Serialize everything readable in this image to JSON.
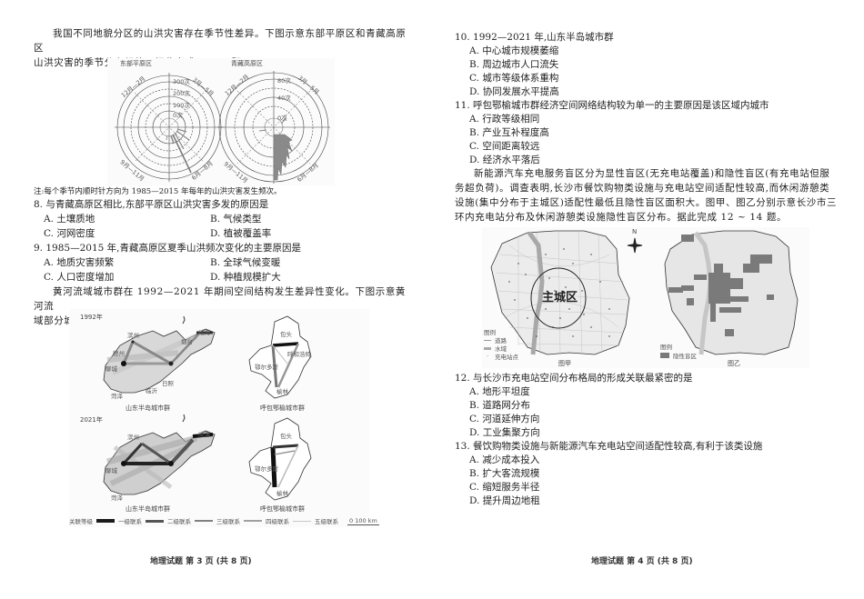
{
  "left_page": {
    "intro_8_9": {
      "line1": "我国不同地貌分区的山洪灾害存在季节性差异。下图示意东部平原区和青藏高原区",
      "line2": "山洪灾害的季节分布规律。据此完成 8 ~ 9 题。"
    },
    "polar_figure": {
      "left_title": "东部平原区",
      "right_title": "青藏高原区",
      "left_rings": [
        "0次",
        "100次",
        "200次",
        "300次"
      ],
      "right_rings": [
        "0次",
        "40次",
        "80次"
      ],
      "season_labels": [
        "12月—2月",
        "3月—5月",
        "6月—8月",
        "9月—11月"
      ],
      "center_labels": [
        "冬",
        "春",
        "秋",
        "夏"
      ]
    },
    "note": "注:每个季节内顺时针方向为 1985—2015 年每年的山洪灾害发生频次。",
    "q8": {
      "stem": "8. 与青藏高原区相比,东部平原区山洪灾害多发的原因是",
      "A": "A. 土壤质地",
      "B": "B. 气候类型",
      "C": "C. 河网密度",
      "D": "D. 植被覆盖率"
    },
    "q9": {
      "stem": "9. 1985—2015 年,青藏高原区夏季山洪频次变化的主要原因是",
      "A": "A. 地质灾害频繁",
      "B": "B. 全球气候变暖",
      "C": "C. 人口密度增加",
      "D": "D. 种植规模扩大"
    },
    "intro_10_11": {
      "line1": "黄河流域城市群在 1992—2021 年期间空间结构发生差异性变化。下图示意黄河流",
      "line2": "域部分城市群经济空间关联度。据此完成 10 ~ 11 题。"
    },
    "map_figure": {
      "year_1992": "1992年",
      "year_2021": "2021年",
      "shandong_caption": "山东半岛城市群",
      "hubaoeyu_caption": "呼包鄂榆城市群",
      "shandong_cities": [
        "滨州",
        "东营",
        "烟台",
        "威海",
        "德州",
        "济南",
        "淄博",
        "潍坊",
        "青岛",
        "聊城",
        "泰安",
        "日照",
        "临沂",
        "菏泽",
        "济宁",
        "枣庄"
      ],
      "hubaoeyu_cities": [
        "包头",
        "呼和浩特",
        "鄂尔多斯",
        "榆林"
      ],
      "legend_title": "关联等级",
      "legend_items": [
        "一级联系",
        "二级联系",
        "三级联系",
        "四级联系",
        "五级联系"
      ],
      "scale": "0   100 km"
    },
    "footer": "地理试题 第 3 页 (共 8 页)"
  },
  "right_page": {
    "q10": {
      "stem": "10. 1992—2021 年,山东半岛城市群",
      "A": "A. 中心城市规模萎缩",
      "B": "B. 周边城市人口流失",
      "C": "C. 城市等级体系重构",
      "D": "D. 协同发展水平提高"
    },
    "q11": {
      "stem": "11. 呼包鄂榆城市群经济空间网络结构较为单一的主要原因是该区域内城市",
      "A": "A. 行政等级相同",
      "B": "B. 产业互补程度高",
      "C": "C. 空间距离较远",
      "D": "D. 经济水平落后"
    },
    "intro_12_14": {
      "line1": "新能源汽车充电服务盲区分为显性盲区(无充电站覆盖)和隐性盲区(有充电站但服",
      "line2": "务超负荷)。调查表明,长沙市餐饮购物类设施与充电站空间适配性较高,而休闲游憩类",
      "line3": "设施(集中分布于主城区)适配性最低且隐性盲区面积大。图甲、图乙分别示意长沙市三",
      "line4": "环内充电站分布及休闲游憩类设施隐性盲区分布。据此完成 12 ~ 14 题。"
    },
    "changsha_figure": {
      "main_district": "主城区",
      "north": "N",
      "legend_title_a": "图例",
      "legend_a_items": [
        "道路",
        "水域",
        "充电站点"
      ],
      "caption_a": "图甲",
      "legend_title_b": "图例",
      "legend_b_items": [
        "隐性盲区"
      ],
      "caption_b": "图乙"
    },
    "q12": {
      "stem": "12. 与长沙市充电站空间分布格局的形成关联最紧密的是",
      "A": "A. 地形平坦度",
      "B": "B. 道路网分布",
      "C": "C. 河道延伸方向",
      "D": "D. 工业集聚方向"
    },
    "q13": {
      "stem": "13. 餐饮购物类设施与新能源汽车充电站空间适配性较高,有利于该类设施",
      "A": "A. 减少成本投入",
      "B": "B. 扩大客流规模",
      "C": "C. 缩短服务半径",
      "D": "D. 提升周边地租"
    },
    "footer": "地理试题 第 4 页 (共 8 页)"
  },
  "colors": {
    "text": "#1f1f1f",
    "figure_bg": "#fbfbfb",
    "map_fill": "#d6d6d6",
    "link_level1": "#1a1a1a",
    "link_level2": "#555555",
    "link_level3": "#808080",
    "link_level4": "#a0a0a0",
    "link_level5": "#c8c8c8",
    "blind_zone": "#7a7a7a"
  }
}
